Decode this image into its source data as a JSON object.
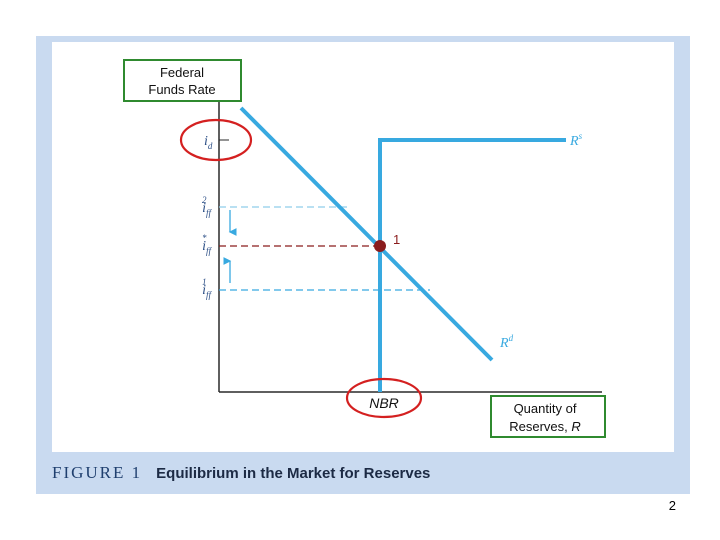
{
  "colors": {
    "panel": "#c9daf0",
    "curve": "#38a9e0",
    "highlight_green": "#2f8a2f",
    "highlight_red": "#d42020",
    "equilibrium": "#8b1c1c",
    "axis": "#2a2a2a"
  },
  "diagram": {
    "y_axis_label_line1": "Federal",
    "y_axis_label_line2": "Funds Rate",
    "x_axis_label_line1": "Quantity of",
    "x_axis_label_line2": "Reserves, ",
    "x_axis_label_var": "R",
    "discount_rate_label": {
      "base": "i",
      "sub": "d"
    },
    "rate_high_label": {
      "base": "i",
      "sub": "ff",
      "sup": "2"
    },
    "rate_eq_label": {
      "base": "i",
      "sub": "ff",
      "sup": "*"
    },
    "rate_low_label": {
      "base": "i",
      "sub": "ff",
      "sup": "1"
    },
    "supply_curve_label": {
      "base": "R",
      "sup": "s"
    },
    "demand_curve_label": {
      "base": "R",
      "sup": "d"
    },
    "nbr_label": "NBR",
    "equilibrium_point_label": "1"
  },
  "caption": {
    "figure_number": "FIGURE 1",
    "title": "Equilibrium in the Market for Reserves"
  },
  "slide_number": "2"
}
